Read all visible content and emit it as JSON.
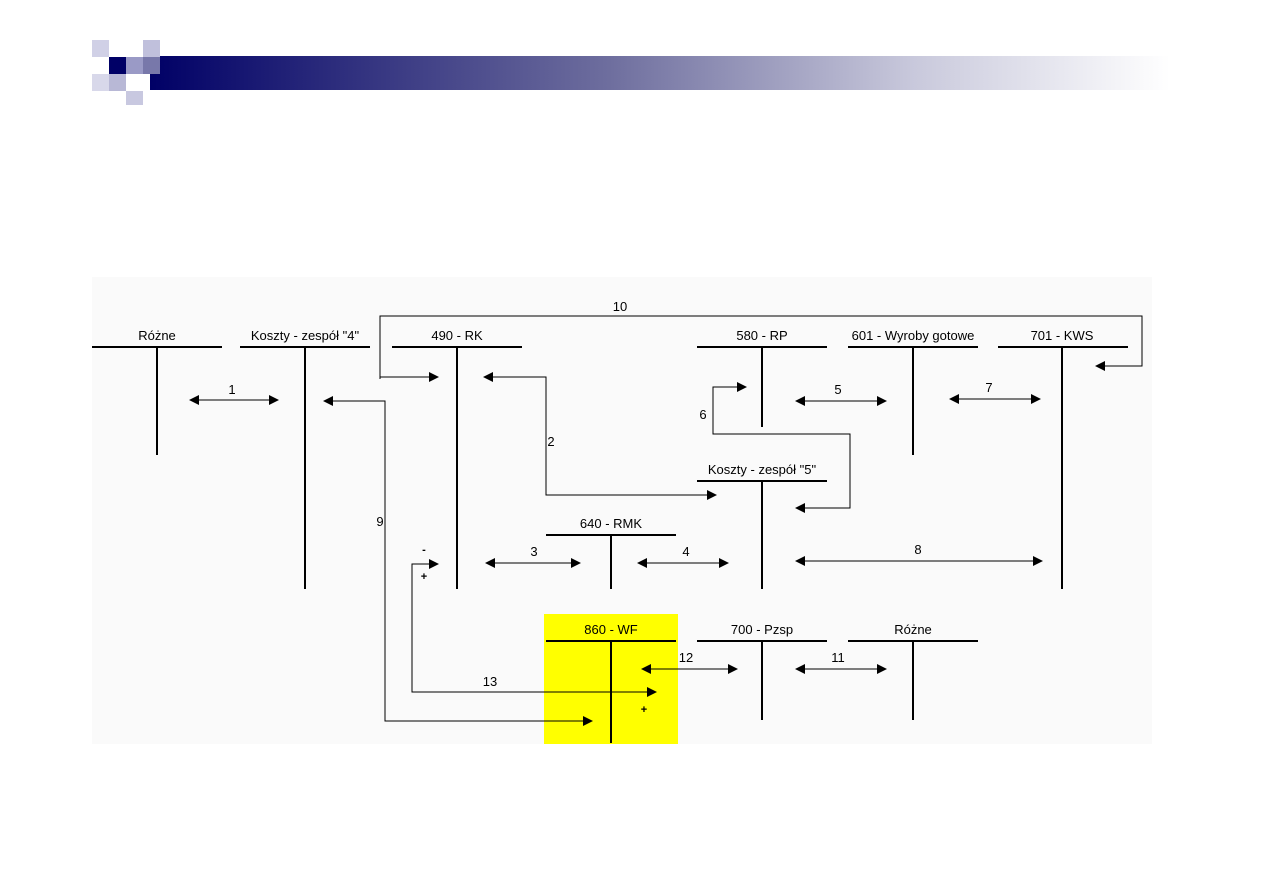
{
  "accounts": {
    "rozne_left": "Różne",
    "koszty4": "Koszty - zespół \"4\"",
    "rk490": "490 - RK",
    "rp580": "580 - RP",
    "wyroby601": "601 - Wyroby gotowe",
    "kws701": "701 - KWS",
    "koszty5": "Koszty - zespół \"5\"",
    "rmk640": "640 - RMK",
    "wf860": "860 - WF",
    "pzsp700": "700 - Pzsp",
    "rozne_right": "Różne"
  },
  "flows": {
    "f1": "1",
    "f2": "2",
    "f3": "3",
    "f4": "4",
    "f5": "5",
    "f6": "6",
    "f7": "7",
    "f8": "8",
    "f9": "9",
    "f10": "10",
    "f11": "11",
    "f12": "12",
    "f13": "13"
  },
  "signs": {
    "minus": "-",
    "plus": "+"
  },
  "colors": {
    "highlight": "#ffff00",
    "header_dark": "#000066",
    "panel_bg": "#fafafa"
  }
}
